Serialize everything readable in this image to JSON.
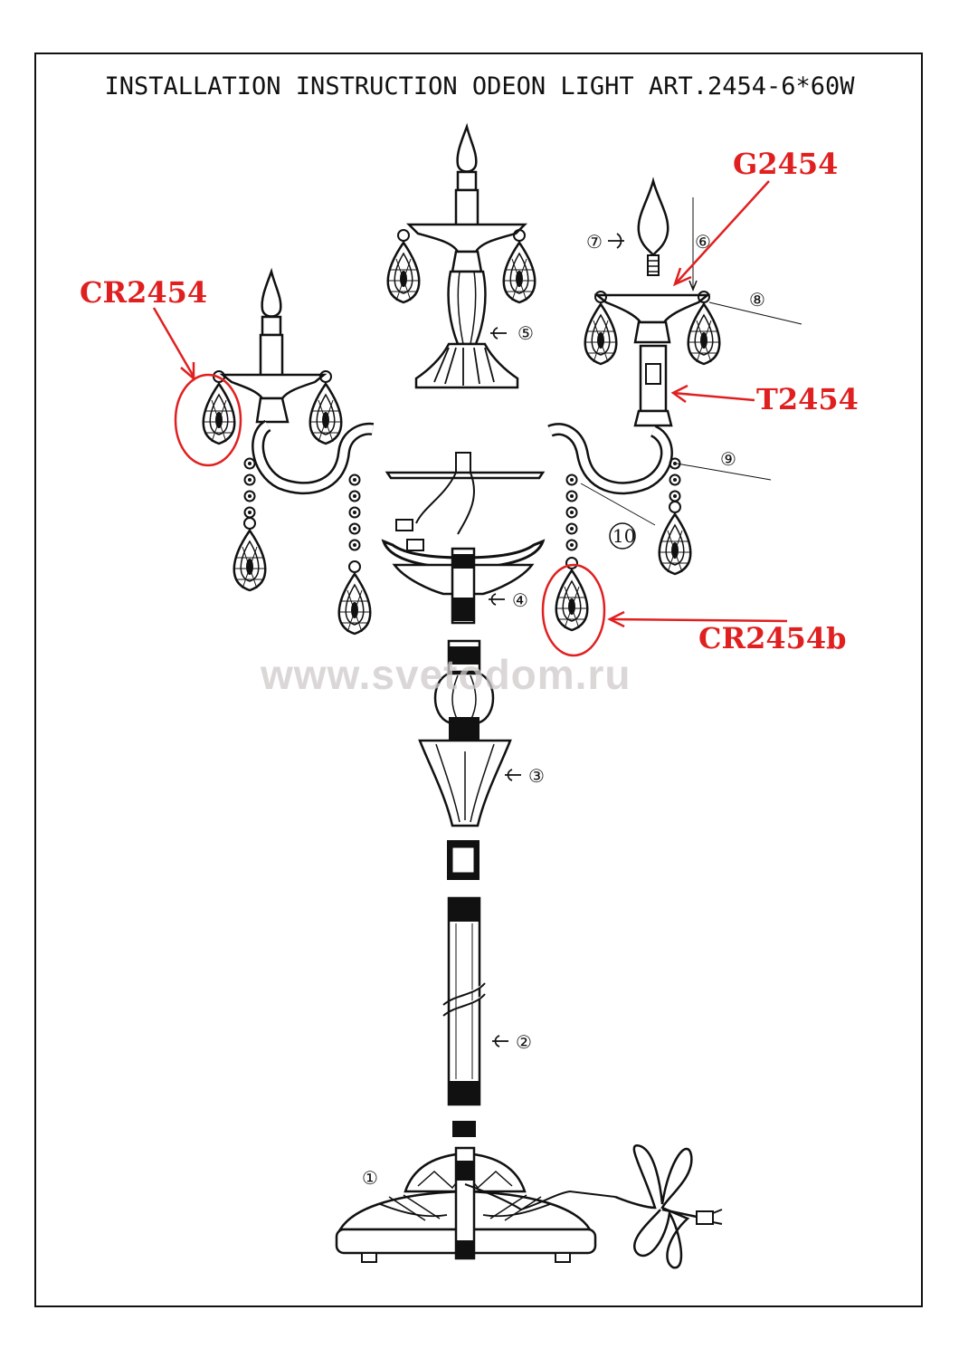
{
  "title": "INSTALLATION INSTRUCTION ODEON LIGHT ART.2454-6*60W",
  "watermark": "www.svetodom.ru",
  "callouts": {
    "g2454": "G2454",
    "cr2454": "CR2454",
    "t2454": "T2454",
    "cr2454b": "CR2454b"
  },
  "part_numbers": {
    "p1": "①",
    "p2": "②",
    "p3": "③",
    "p4": "④",
    "p5": "⑤",
    "p6": "⑥",
    "p7": "⑦",
    "p8": "⑧",
    "p9": "⑨",
    "p10": "10"
  },
  "colors": {
    "callout": "#e02020",
    "line": "#111111",
    "watermark": "#cfcaca"
  }
}
